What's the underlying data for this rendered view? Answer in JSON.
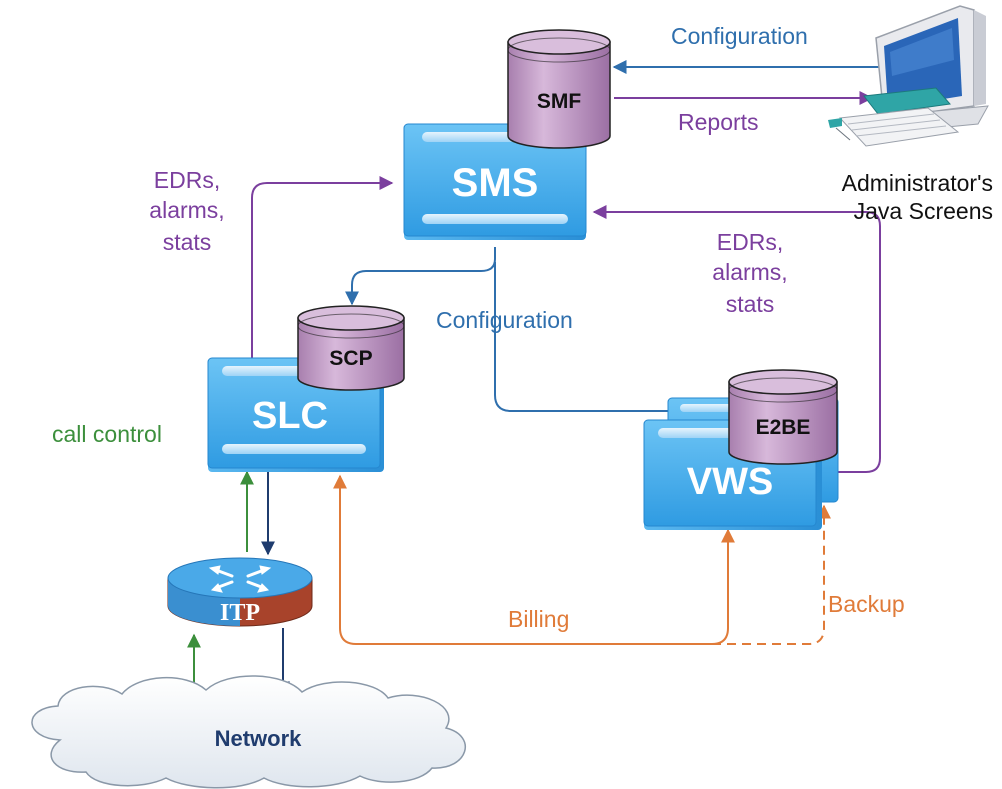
{
  "colors": {
    "blue_link": "#2f6fad",
    "purple_link": "#7b3f9e",
    "green_link": "#3c8f3c",
    "orange_link": "#e07b39",
    "navy_link": "#1f3c6e",
    "box_blue": "#4fb3ee",
    "db_purple": "#c7a2c9"
  },
  "nodes": {
    "sms": "SMS",
    "slc": "SLC",
    "vws": "VWS",
    "itp": "ITP",
    "network": "Network"
  },
  "databases": {
    "smf": "SMF",
    "scp": "SCP",
    "e2be": "E2BE"
  },
  "labels": {
    "config_top": "Configuration",
    "reports": "Reports",
    "admin_line1": "Administrator's",
    "admin_line2": "Java Screens",
    "edrs_left": [
      "EDRs,",
      "alarms,",
      "stats"
    ],
    "edrs_right": [
      "EDRs,",
      "alarms,",
      "stats"
    ],
    "config_mid": "Configuration",
    "call_control": "call control",
    "billing": "Billing",
    "backup": "Backup"
  },
  "icons": {
    "admin_workstation": "computer-workstation-icon",
    "router": "router-icon",
    "cloud": "cloud-icon",
    "database": "database-cylinder-icon"
  }
}
